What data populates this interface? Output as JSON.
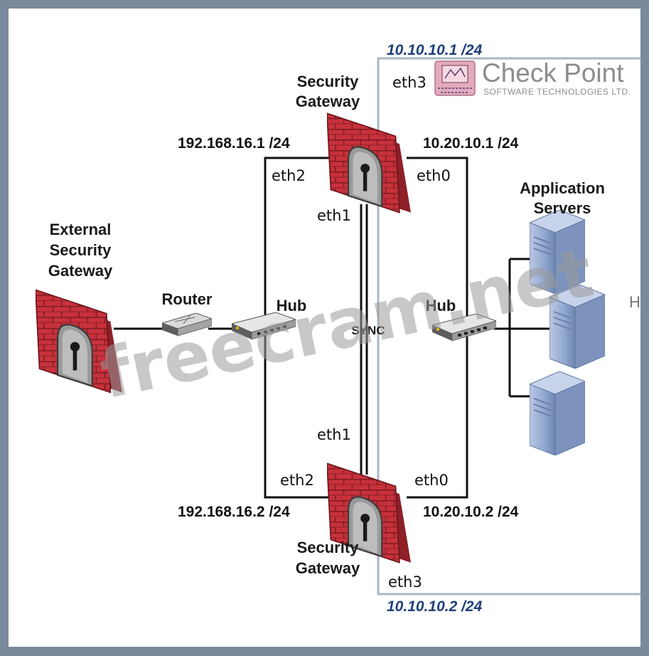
{
  "labels": {
    "gw_top": [
      "Security",
      "Gateway"
    ],
    "gw_bottom": [
      "Security",
      "Gateway"
    ],
    "external_gw": [
      "External",
      "Security",
      "Gateway"
    ],
    "router": "Router",
    "hub_left": "Hub",
    "hub_right": "Hub",
    "sync": "SYNC",
    "app_servers": [
      "Application",
      "Servers"
    ],
    "edge_letter": "H"
  },
  "interfaces": {
    "top_eth3": "eth3",
    "top_eth2": "eth2",
    "top_eth0": "eth0",
    "top_eth1": "eth1",
    "bottom_eth1": "eth1",
    "bottom_eth2": "eth2",
    "bottom_eth0": "eth0",
    "bottom_eth3": "eth3"
  },
  "ips": {
    "top_eth3": "10.10.10.1 /24",
    "top_eth2": "192.168.16.1 /24",
    "top_eth0": "10.20.10.1 /24",
    "bottom_eth2": "192.168.16.2 /24",
    "bottom_eth0": "10.20.10.2 /24",
    "bottom_eth3": "10.10.10.2 /24"
  },
  "logo": {
    "name": "Check Point",
    "tagline": "SOFTWARE TECHNOLOGIES LTD."
  },
  "watermark": "freecram.net",
  "colors": {
    "firewall_red": "#c8313b",
    "brick_line": "#7a1a20",
    "server_blue": "#8fa6cf",
    "mgmt_line": "#a9b6c6",
    "ip_blue": "#1f3f7a"
  }
}
